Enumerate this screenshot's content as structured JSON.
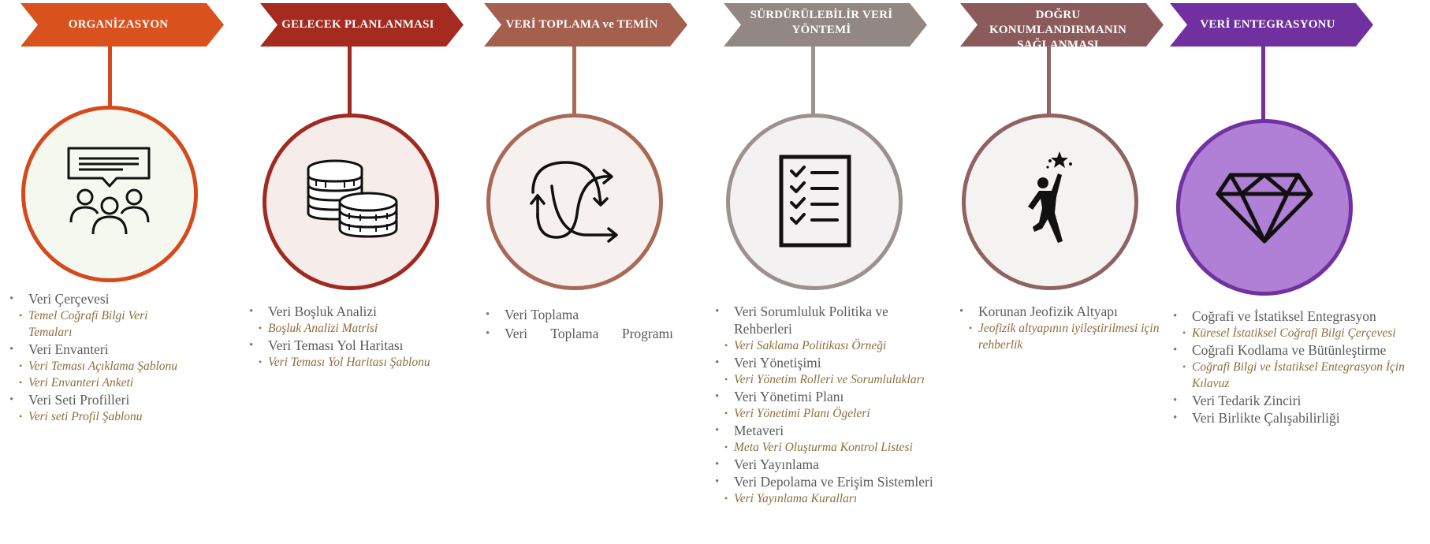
{
  "columns": [
    {
      "id": "organizasyon",
      "title": "ORGANİZASYON",
      "banner_color": "#d9521e",
      "circle_border": "#d5491c",
      "circle_fill": "#f4f8ee",
      "icon": "meeting-people-icon",
      "items": [
        {
          "type": "main",
          "text": "Veri Çerçevesi"
        },
        {
          "type": "sub",
          "text": "Temel Coğrafi Bilgi  Veri Temaları"
        },
        {
          "type": "main",
          "text": "Veri Envanteri"
        },
        {
          "type": "sub",
          "text": "Veri Teması Açıklama Şablonu"
        },
        {
          "type": "sub",
          "text": "Veri Envanteri Anketi"
        },
        {
          "type": "main",
          "text": "Veri Seti Profilleri"
        },
        {
          "type": "sub",
          "text": "Veri seti Profil Şablonu"
        }
      ]
    },
    {
      "id": "gelecek",
      "title": "GELECEK PLANLANMASI",
      "banner_color": "#a52a1f",
      "circle_border": "#a02a22",
      "circle_fill": "#f6ecea",
      "icon": "coins-icon",
      "items": [
        {
          "type": "main",
          "text": "Veri Boşluk Analizi"
        },
        {
          "type": "sub",
          "text": "Boşluk Analizi Matrisi"
        },
        {
          "type": "main",
          "text": "Veri Teması Yol Haritası"
        },
        {
          "type": "sub",
          "text": "Veri Teması Yol Haritası Şablonu"
        }
      ]
    },
    {
      "id": "toplama",
      "title": "VERİ TOPLAMA ve TEMİN",
      "banner_color": "#a45f4d",
      "circle_border": "#a86a57",
      "circle_fill": "#f6f1ef",
      "icon": "shuffle-arrows-icon",
      "items": [
        {
          "type": "main",
          "text": "Veri Toplama"
        },
        {
          "type": "main",
          "text": "Veri Toplama Programı",
          "justify": true
        }
      ]
    },
    {
      "id": "surdurulebilir",
      "title": "SÜRDÜRÜLEBİLİR VERİ YÖNTEMİ",
      "banner_color": "#938783",
      "circle_border": "#9c918e",
      "circle_fill": "#f3f1f1",
      "icon": "checklist-icon",
      "items": [
        {
          "type": "main",
          "text": "Veri Sorumluluk Politika ve Rehberleri"
        },
        {
          "type": "sub",
          "text": "Veri Saklama Politikası Örneği"
        },
        {
          "type": "main",
          "text": "Veri Yönetişimi"
        },
        {
          "type": "sub",
          "text": "Veri Yönetim Rolleri ve Sorumlulukları"
        },
        {
          "type": "main",
          "text": "Veri Yönetimi Planı"
        },
        {
          "type": "sub",
          "text": "Veri Yönetimi Planı Ögeleri"
        },
        {
          "type": "main",
          "text": "Metaveri"
        },
        {
          "type": "sub",
          "text": "Meta Veri Oluşturma Kontrol Listesi"
        },
        {
          "type": "main",
          "text": "Veri Yayınlama"
        },
        {
          "type": "main",
          "text": "Veri Depolama ve Erişim Sistemleri"
        },
        {
          "type": "sub",
          "text": "Veri Yayınlama Kuralları"
        }
      ]
    },
    {
      "id": "konum",
      "title": "DOĞRU KONUMLANDIRMANIN SAĞLANMASI",
      "banner_color": "#8b5a5a",
      "circle_border": "#8e6361",
      "circle_fill": "#f5f2f2",
      "icon": "reaching-star-icon",
      "items": [
        {
          "type": "main",
          "text": "Korunan Jeofizik Altyapı"
        },
        {
          "type": "sub",
          "text": "Jeofizik altyapının iyileştirilmesi için rehberlik"
        }
      ]
    },
    {
      "id": "entegrasyon",
      "title": "VERİ ENTEGRASYONU",
      "banner_color": "#7030a0",
      "circle_border": "#7131a1",
      "circle_fill": "#b07fd6",
      "icon": "diamond-icon",
      "items": [
        {
          "type": "main",
          "text": "Coğrafi ve İstatiksel Entegrasyon"
        },
        {
          "type": "sub",
          "text": "Küresel İstatiksel Coğrafi Bilgi Çerçevesi"
        },
        {
          "type": "main",
          "text": "Coğrafi Kodlama ve Bütünleştirme"
        },
        {
          "type": "sub",
          "text": "Coğrafi Bilgi ve İstatiksel Entegrasyon İçin Kılavuz"
        },
        {
          "type": "main",
          "text": "Veri Tedarik Zinciri"
        },
        {
          "type": "main",
          "text": "Veri Birlikte Çalışabilirliği"
        }
      ]
    }
  ]
}
